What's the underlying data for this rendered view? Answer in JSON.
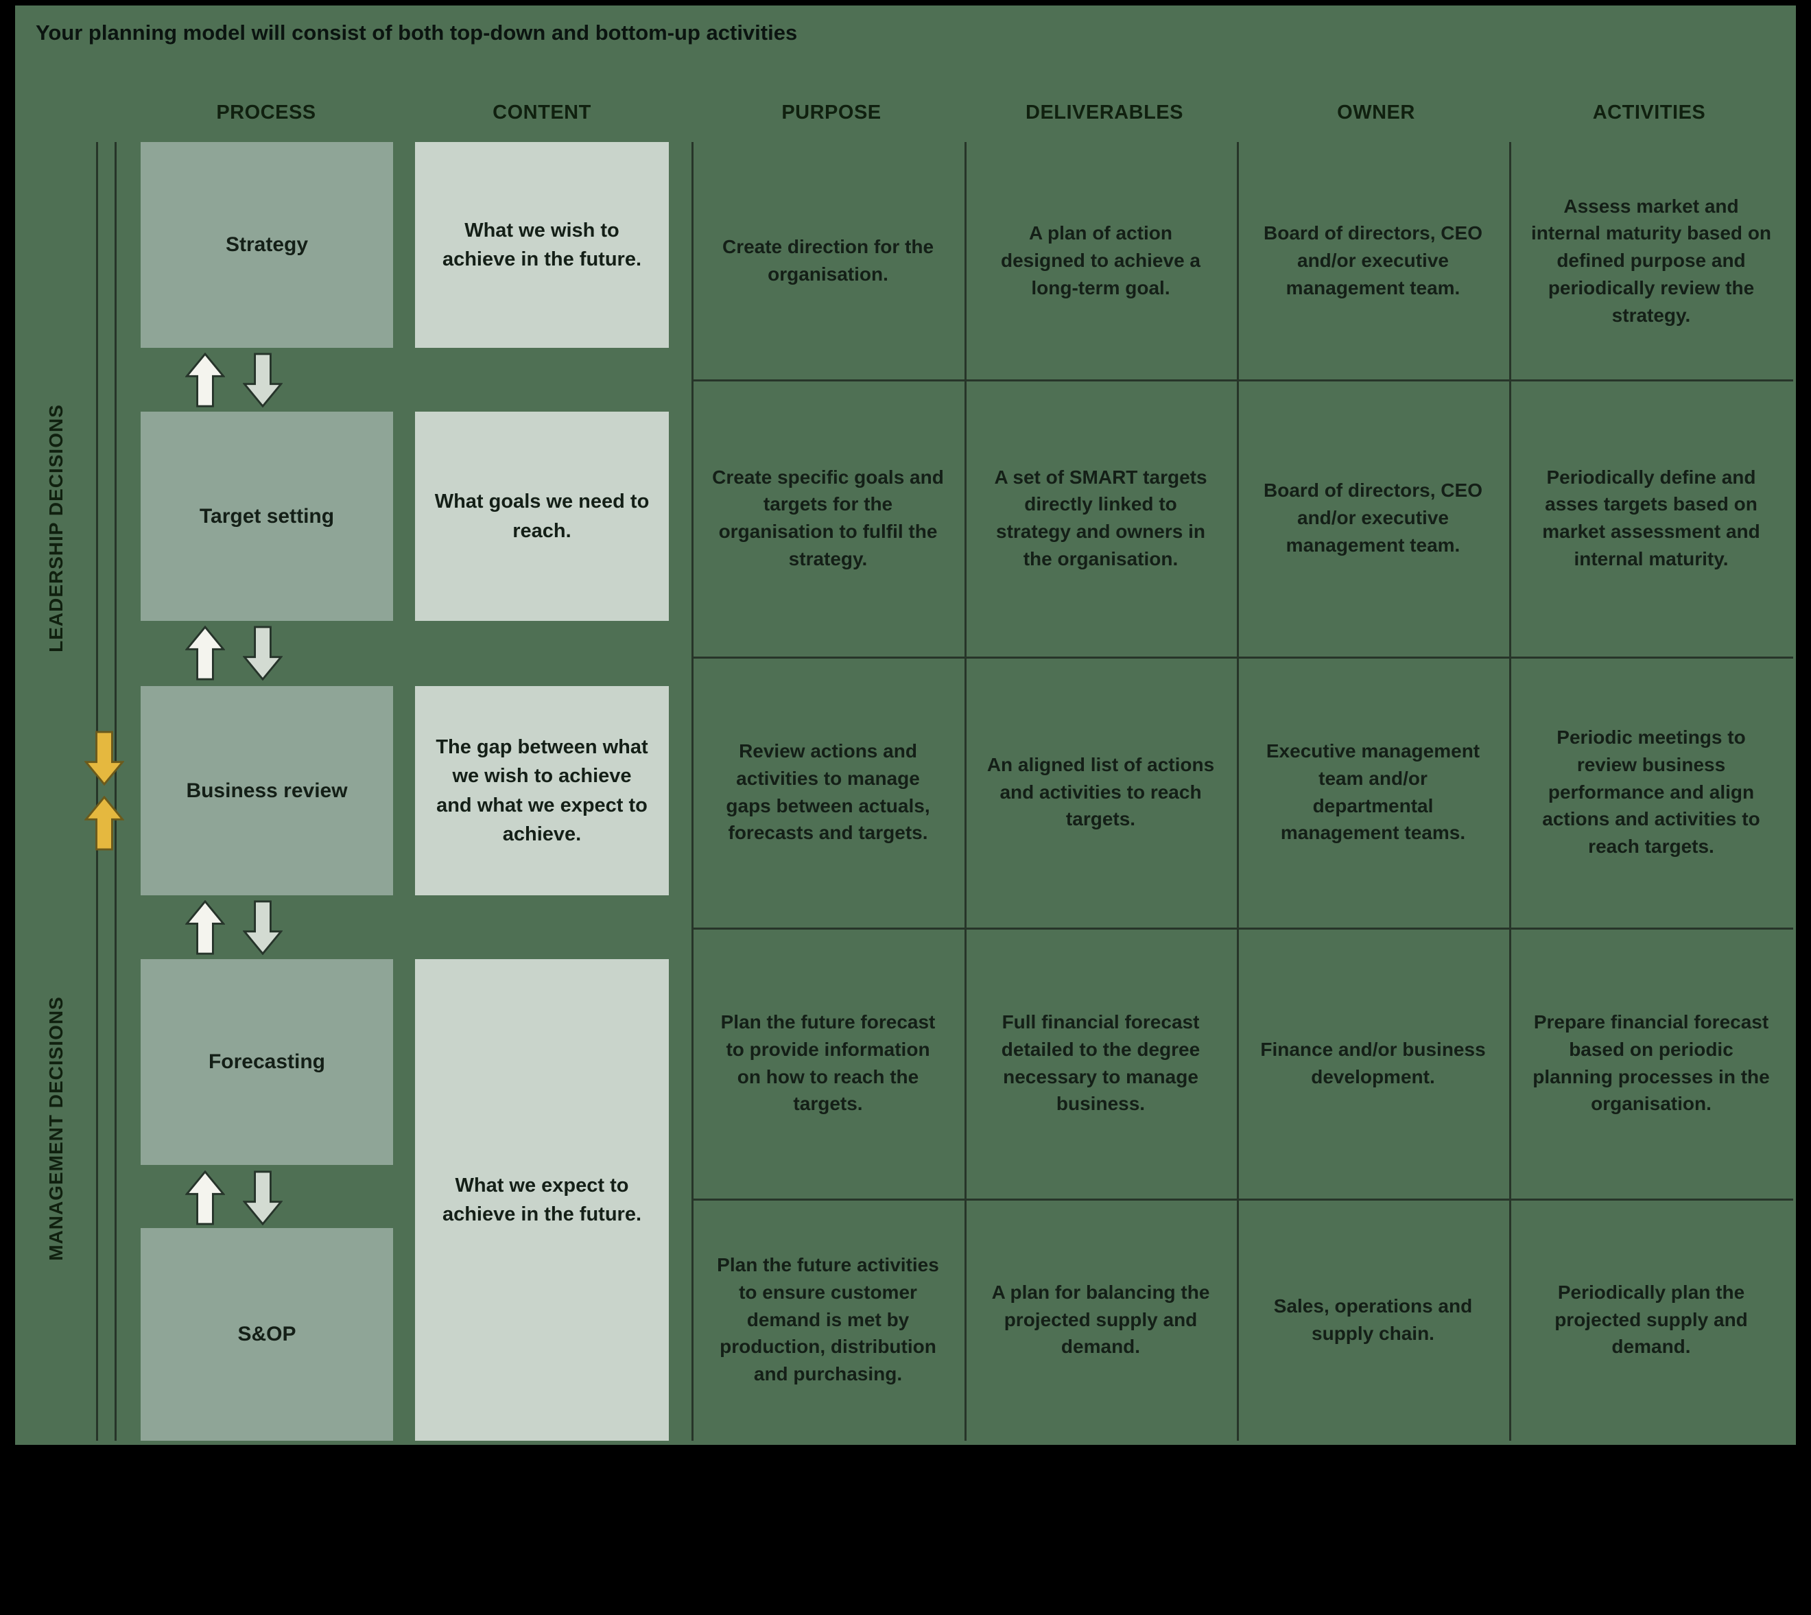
{
  "title": "Your planning model will consist of both top-down and bottom-up activities",
  "columns": [
    "PROCESS",
    "CONTENT",
    "PURPOSE",
    "DELIVERABLES",
    "OWNER",
    "ACTIVITIES"
  ],
  "side_labels": {
    "leadership": "LEADERSHIP DECISIONS",
    "management": "MANAGEMENT DECISIONS"
  },
  "rows": [
    {
      "process": "Strategy",
      "content": "What we wish to achieve in the future.",
      "purpose": "Create direction for the organisation.",
      "deliverables": "A plan of action designed to achieve a long-term goal.",
      "owner": "Board of directors, CEO and/or executive management team.",
      "activities": "Assess market and internal maturity based on defined purpose and periodically review the strategy."
    },
    {
      "process": "Target setting",
      "content": "What goals we need to reach.",
      "purpose": "Create specific goals and targets for the organisation to fulfil the strategy.",
      "deliverables": "A set of SMART targets directly linked to strategy and owners in the organisation.",
      "owner": "Board of directors, CEO and/or executive management team.",
      "activities": "Periodically define and asses targets based on market assessment and internal maturity."
    },
    {
      "process": "Business review",
      "content": "The gap between what we wish to achieve and what we expect to achieve.",
      "purpose": "Review actions and activities to manage gaps between actuals, forecasts and targets.",
      "deliverables": "An aligned list of actions and activities to reach targets.",
      "owner": "Executive management team and/or departmental management teams.",
      "activities": "Periodic meetings to review business performance and align actions and activities to reach targets."
    },
    {
      "process": "Forecasting",
      "content": "",
      "purpose": "Plan the future forecast to provide information on how to reach the targets.",
      "deliverables": "Full financial forecast detailed to the degree necessary to manage business.",
      "owner": "Finance and/or business development.",
      "activities": "Prepare financial forecast based on periodic planning processes in the organisation."
    },
    {
      "process": "S&OP",
      "content": "",
      "purpose": "Plan the future activities to ensure customer demand is met by production, distribution and purchasing.",
      "deliverables": "A plan for balancing the projected supply and demand.",
      "owner": "Sales, operations and supply chain.",
      "activities": "Periodically plan the projected supply and demand."
    }
  ],
  "shared_content": "What we expect to achieve in the future.",
  "colors": {
    "background": "#000000",
    "panel_green": "#4f7054",
    "process_box": "#8fa597",
    "content_box": "#c9d4cb",
    "line": "#273529",
    "accent_yellow": "#e5b83f",
    "arrow_light": "#f4f4ee"
  },
  "icons": {
    "up_arrow": "up-arrow",
    "down_arrow": "down-arrow",
    "yellow_down_arrow": "yellow-down-arrow",
    "yellow_up_arrow": "yellow-up-arrow"
  }
}
